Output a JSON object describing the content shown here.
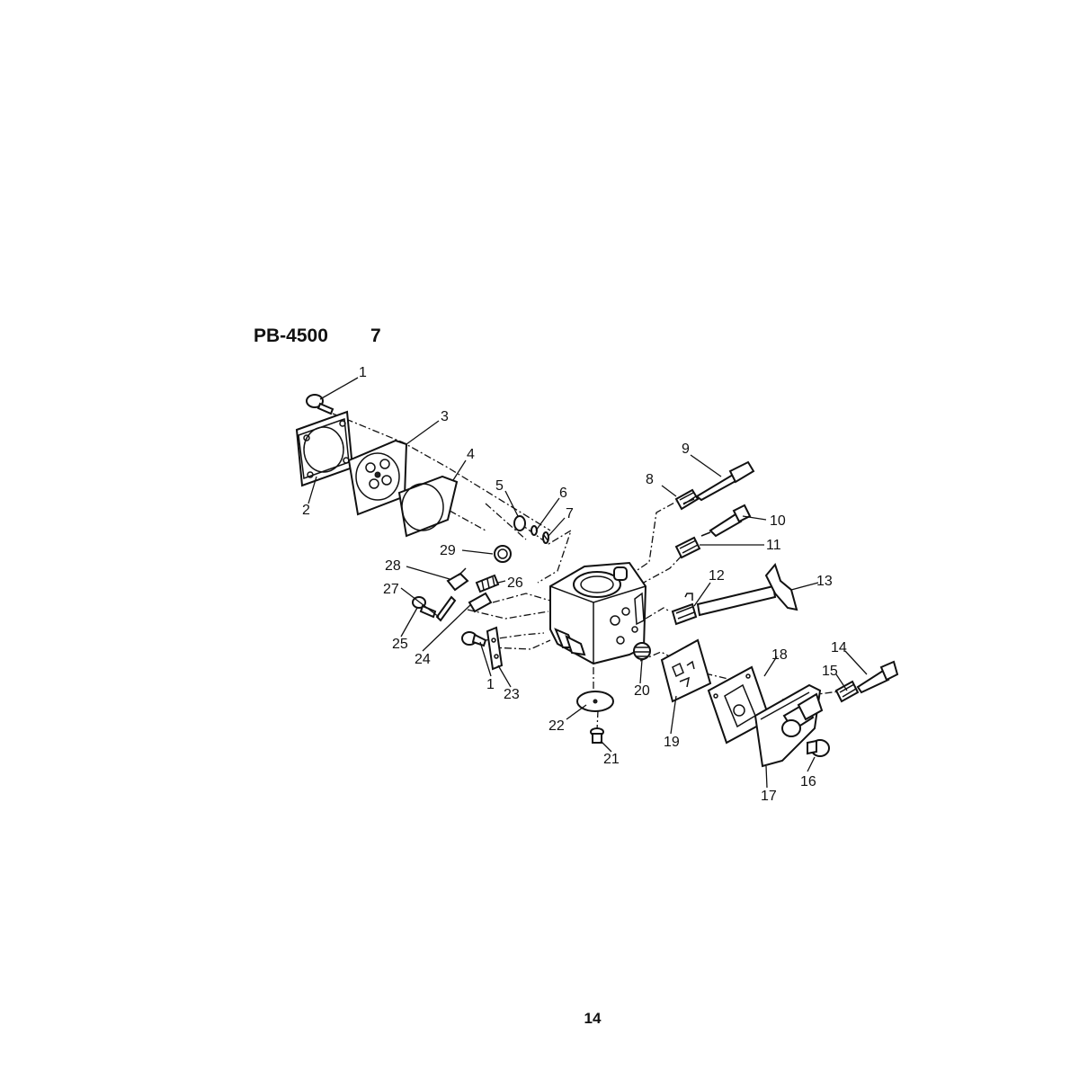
{
  "header": {
    "model": "PB-4500",
    "section": "7"
  },
  "footer": {
    "page_number": "14"
  },
  "callouts": {
    "c1": "1",
    "c1b": "1",
    "c2": "2",
    "c3": "3",
    "c4": "4",
    "c5": "5",
    "c6": "6",
    "c7": "7",
    "c8": "8",
    "c9": "9",
    "c10": "10",
    "c11": "11",
    "c12": "12",
    "c13": "13",
    "c14": "14",
    "c15": "15",
    "c16": "16",
    "c17": "17",
    "c18": "18",
    "c19": "19",
    "c20": "20",
    "c21": "21",
    "c22": "22",
    "c23": "23",
    "c24": "24",
    "c25": "25",
    "c26": "26",
    "c27": "27",
    "c28": "28",
    "c29": "29"
  }
}
